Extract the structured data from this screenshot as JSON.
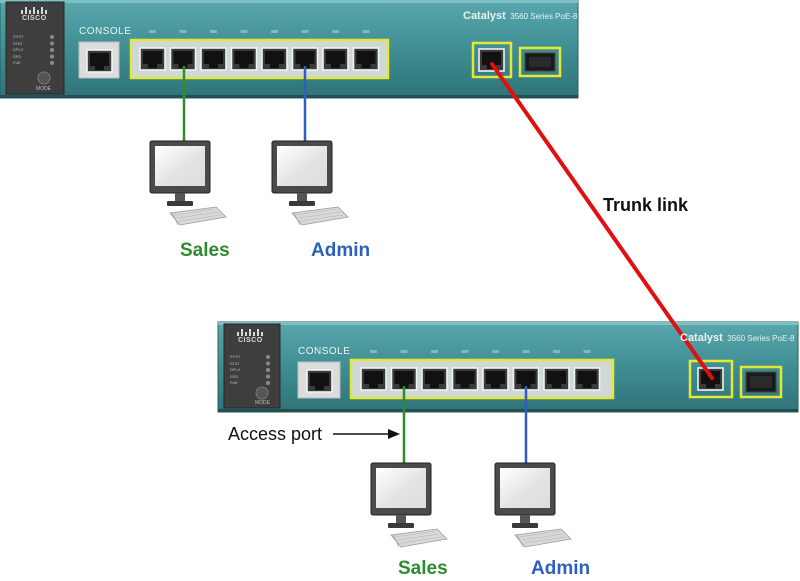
{
  "switches": [
    {
      "brand_model": "Catalyst",
      "brand_series": "3560 Series PoE-8",
      "console_label": "CONSOLE",
      "logo_text": "CISCO",
      "led_labels": [
        "SYST",
        "STAT",
        "DPLX",
        "SPD",
        "PoE"
      ],
      "mode_label": "MODE",
      "access_ports": 8,
      "sfp_ports": 1
    },
    {
      "brand_model": "Catalyst",
      "brand_series": "3560 Series PoE-8",
      "console_label": "CONSOLE",
      "logo_text": "CISCO",
      "led_labels": [
        "SYST",
        "STAT",
        "DPLX",
        "SPD",
        "PoE"
      ],
      "mode_label": "MODE",
      "access_ports": 8,
      "sfp_ports": 1
    }
  ],
  "hosts": {
    "top_sales": "Sales",
    "top_admin": "Admin",
    "bottom_sales": "Sales",
    "bottom_admin": "Admin"
  },
  "links": {
    "trunk_label": "Trunk link",
    "access_label": "Access port"
  },
  "colors": {
    "sales": "#2e8b2e",
    "admin": "#2e5fbf",
    "trunk": "#e01010",
    "chassis": "#3f8e93",
    "port_highlight": "#e6e635"
  }
}
